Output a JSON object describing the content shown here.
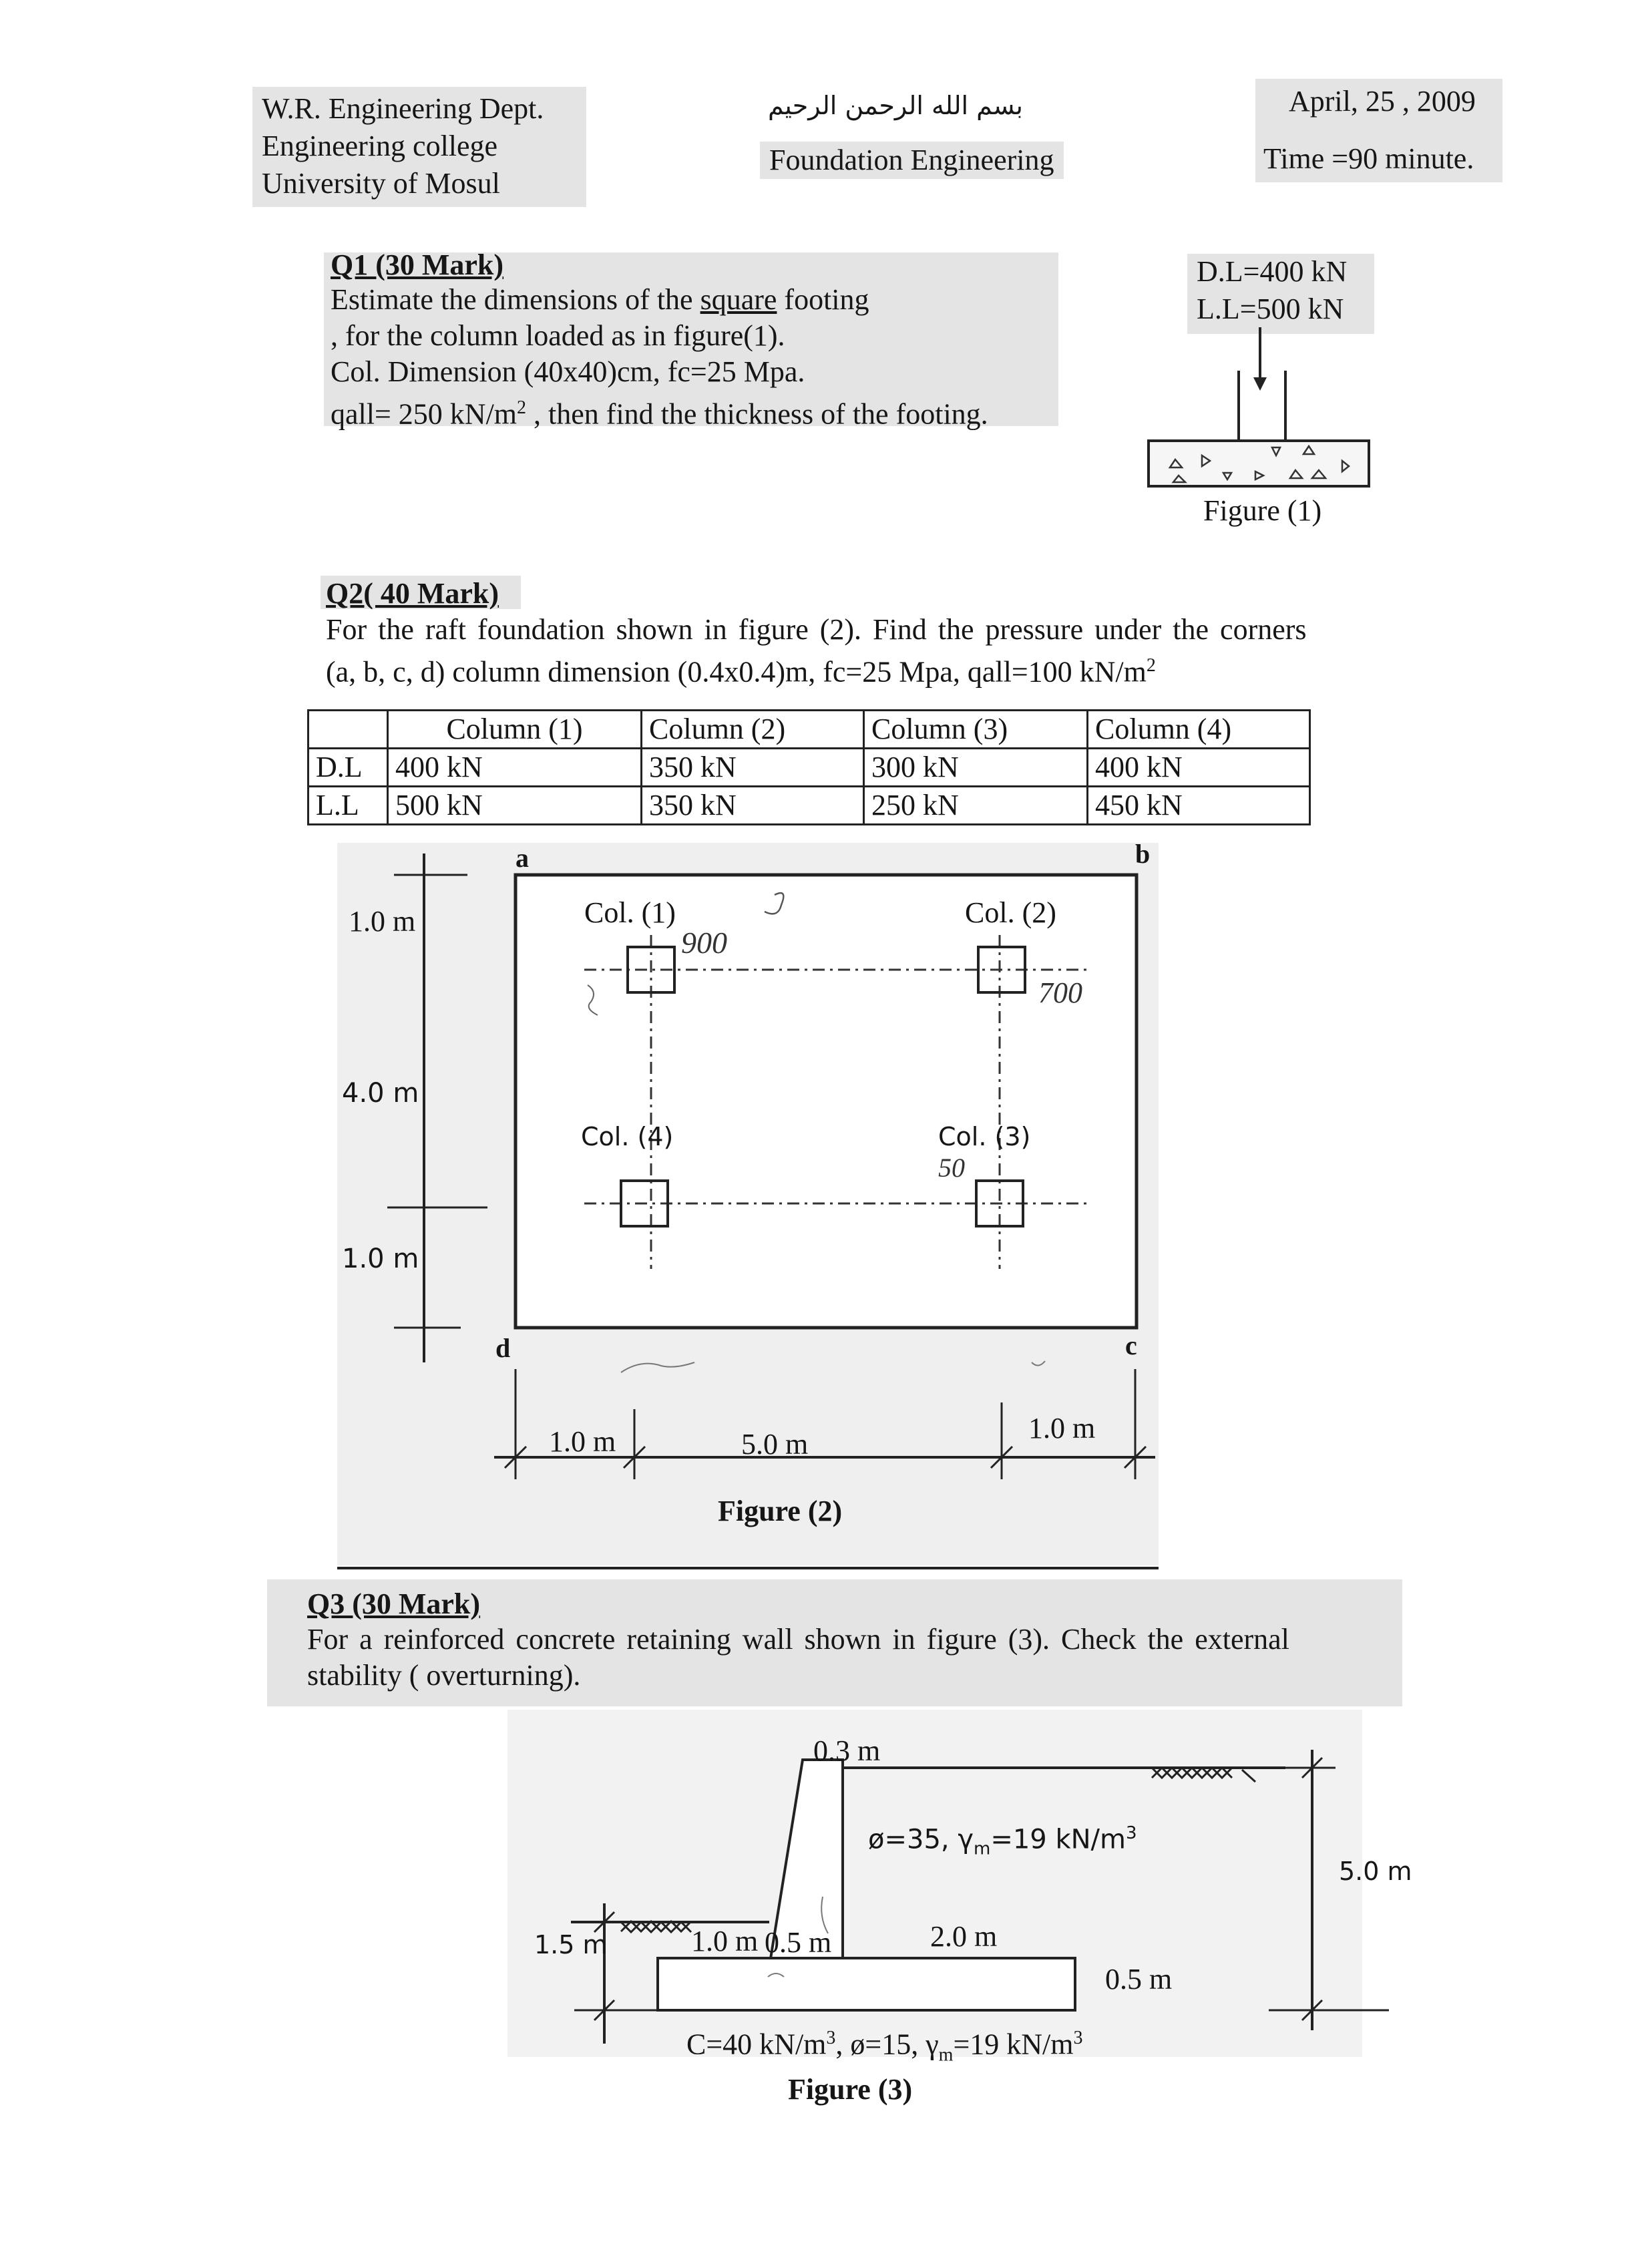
{
  "header": {
    "dept": "W.R. Engineering Dept.",
    "college": "Engineering college",
    "university": "University of Mosul",
    "basmala": "بسم الله الرحمن الرحيم",
    "course": "Foundation Engineering",
    "date": "April, 25 , 2009",
    "time": "Time =90 minute."
  },
  "q1": {
    "title": "Q1 (30 Mark)",
    "line1_a": "Estimate the dimensions of the ",
    "line1_b": "square",
    "line1_c": " footing",
    "line2": ", for the column loaded as in figure(1).",
    "line3": "Col. Dimension  (40x40)cm, fc=25 Mpa.",
    "line4_a": "qall= 250 kN/m",
    "line4_sup": "2",
    "line4_b": " , then find the thickness of the footing.",
    "fig": {
      "dl": "D.L=400 kN",
      "ll": "L.L=500 kN",
      "caption": "Figure (1)"
    }
  },
  "q2": {
    "title": "Q2( 40 Mark)",
    "line1": "For the raft foundation shown in figure (2). Find the pressure under the corners",
    "line2_a": "(a, b, c, d) column dimension (0.4x0.4)m, fc=25 Mpa, qall=100 kN/m",
    "line2_sup": "2",
    "table": {
      "headers": [
        "",
        "Column (1)",
        "Column (2)",
        "Column (3)",
        "Column (4)"
      ],
      "rows": [
        [
          "D.L",
          "400 kN",
          "350 kN",
          "300 kN",
          "400  kN"
        ],
        [
          "L.L",
          "500 kN",
          "350 kN",
          "250  kN",
          "450  kN"
        ]
      ]
    },
    "fig": {
      "corner_a": "a",
      "corner_b": "b",
      "corner_c": "c",
      "corner_d": "d",
      "col1": "Col. (1)",
      "col2": "Col. (2)",
      "col3": "Col. (3)",
      "col4": "Col. (4)",
      "dim_top": "1.0 m",
      "dim_mid": "4.0 m",
      "dim_bot": "1.0 m",
      "dim_left": "1.0 m",
      "dim_center": "5.0 m",
      "dim_right": "1.0 m",
      "hand_900": "900",
      "hand_700": "700",
      "hand_50": "50",
      "caption": "Figure (2)"
    }
  },
  "q3": {
    "title": "Q3 (30 Mark)",
    "line1": "For a reinforced concrete retaining wall shown in figure (3). Check the external",
    "line2": "stability ( overturning).",
    "fig": {
      "stem_top": "0.3 m",
      "backfill_a": "ø=35,  γ",
      "backfill_sub": "m",
      "backfill_b": "=19 kN/m",
      "backfill_sup": "3",
      "height": "5.0 m",
      "toe_depth": "1.5 m",
      "toe_len": "1.0 m",
      "stem_base": "0.5 m",
      "heel_len": "2.0 m",
      "base_thick": "0.5 m",
      "soil_a": "C=40 kN/m",
      "soil_sup1": "3",
      "soil_b": ", ø=15,  γ",
      "soil_sub": "m",
      "soil_c": "=19 kN/m",
      "soil_sup2": "3",
      "caption": "Figure (3)"
    }
  }
}
